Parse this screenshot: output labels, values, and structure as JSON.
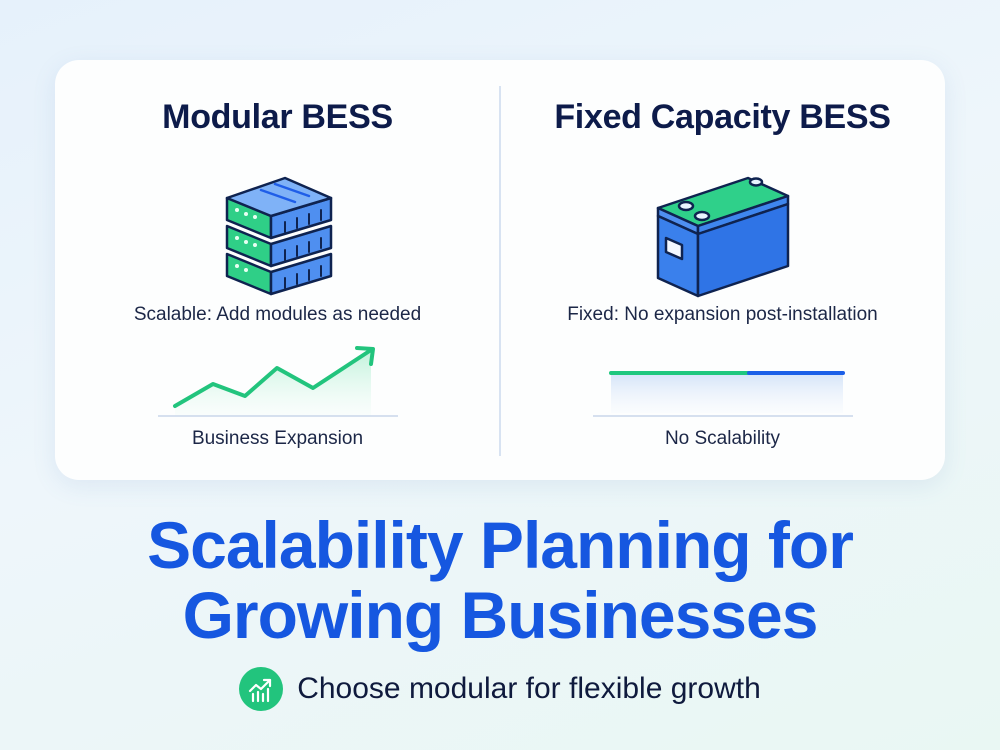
{
  "comparison": {
    "left": {
      "title": "Modular BESS",
      "icon": "stacked-battery-modules-icon",
      "description": "Scalable: Add modules as needed",
      "chart_label": "Business Expansion"
    },
    "right": {
      "title": "Fixed Capacity BESS",
      "icon": "single-battery-icon",
      "description": "Fixed: No expansion post-installation",
      "chart_label": "No Scalability"
    }
  },
  "headline": {
    "line1": "Scalability Planning for",
    "line2": "Growing Businesses"
  },
  "tagline": {
    "icon": "growth-chart-icon",
    "text": "Choose modular for flexible growth"
  },
  "colors": {
    "headline": "#1657e0",
    "title": "#0d1b4a",
    "green": "#22c47d",
    "blue": "#1f5ee8",
    "card": "#fdfefe"
  },
  "chart_data": [
    {
      "type": "line",
      "title": "Business Expansion",
      "x": [
        0,
        1,
        2,
        3,
        4,
        5
      ],
      "values": [
        0,
        3,
        1.5,
        5,
        2.5,
        8
      ],
      "trend": "upward with arrow",
      "color": "#22c47d"
    },
    {
      "type": "line",
      "title": "No Scalability",
      "x": [
        0,
        1
      ],
      "values": [
        5,
        5
      ],
      "trend": "flat",
      "color": [
        "#22c47d",
        "#1f5ee8"
      ]
    }
  ]
}
